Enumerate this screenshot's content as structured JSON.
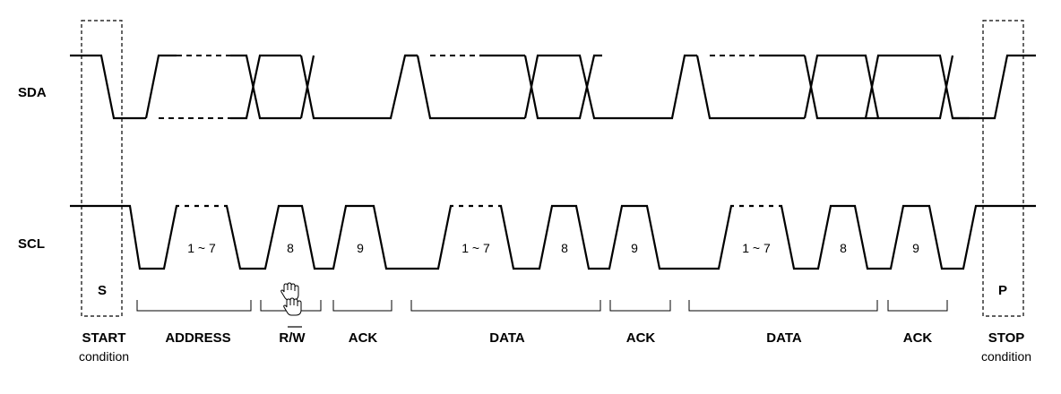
{
  "signals": {
    "sda": "SDA",
    "scl": "SCL"
  },
  "conditions": {
    "start_symbol": "S",
    "start_title": "START",
    "start_sub": "condition",
    "stop_symbol": "P",
    "stop_title": "STOP",
    "stop_sub": "condition"
  },
  "clock_labels": [
    "1 ~ 7",
    "8",
    "9",
    "1 ~ 7",
    "8",
    "9",
    "1 ~ 7",
    "8",
    "9"
  ],
  "segments": [
    "ADDRESS",
    "R/W",
    "ACK",
    "DATA",
    "ACK",
    "DATA",
    "ACK"
  ],
  "icons": {
    "cursor": "hand-pointer-icon"
  }
}
